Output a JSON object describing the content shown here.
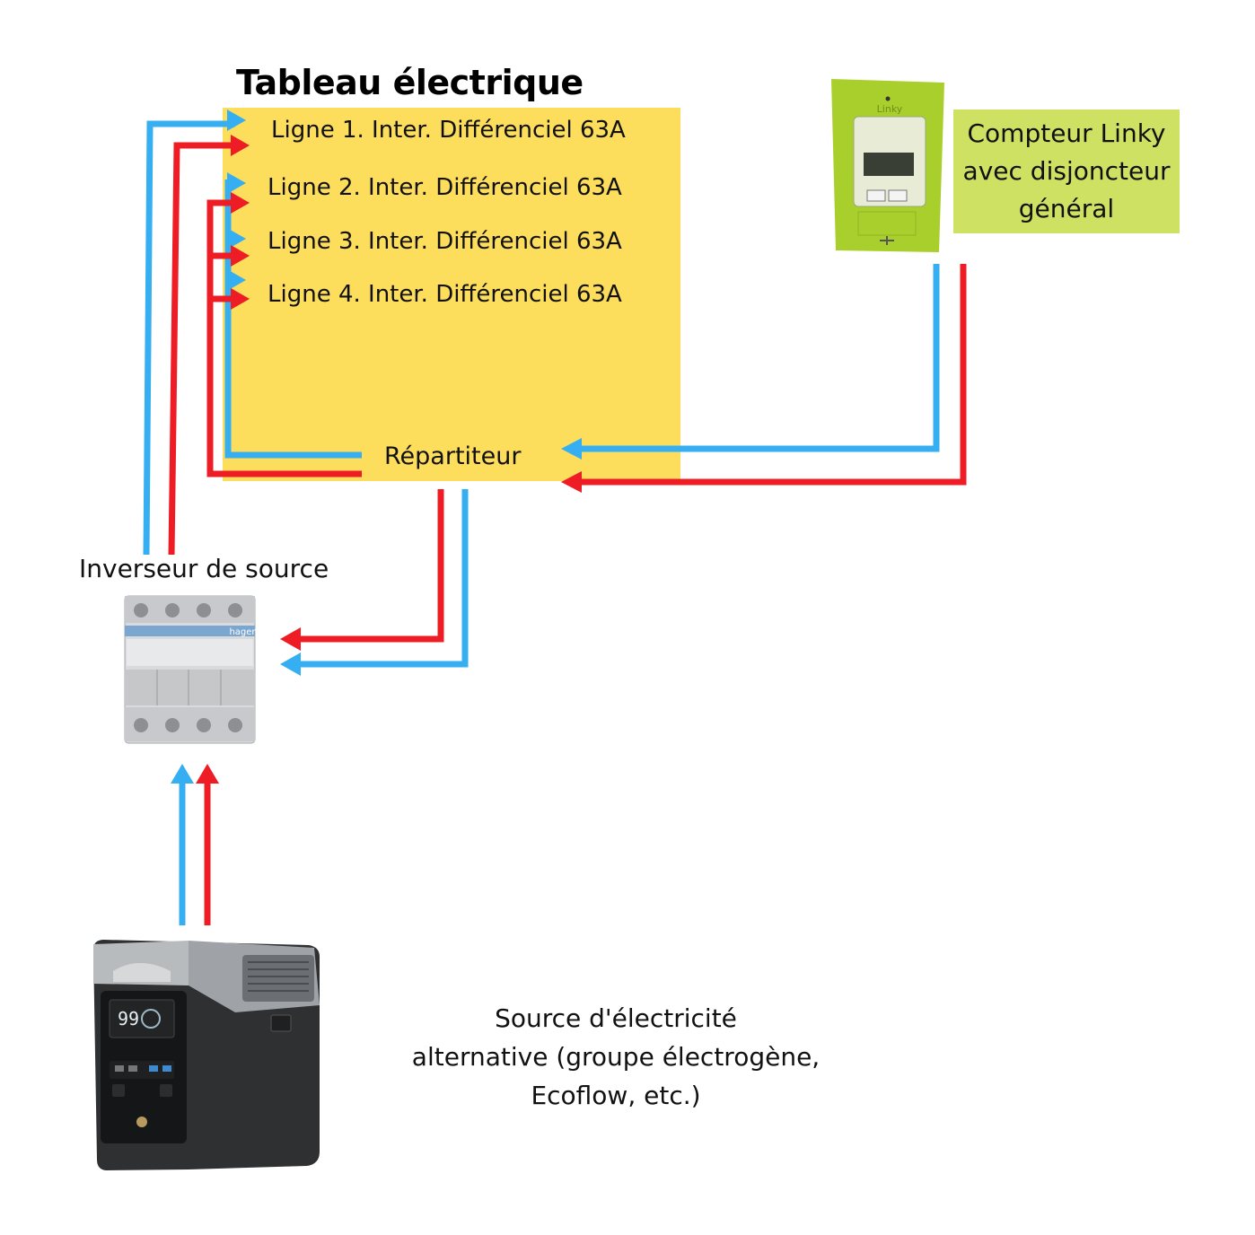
{
  "title": "Tableau électrique",
  "lines": [
    "Ligne 1. Inter. Différenciel 63A",
    "Ligne 2. Inter. Différenciel 63A",
    "Ligne 3. Inter. Différenciel 63A",
    "Ligne 4. Inter. Différenciel 63A"
  ],
  "repartiteur": "Répartiteur",
  "linky": {
    "line1": "Compteur Linky",
    "line2": "avec disjoncteur",
    "line3": "général",
    "brand": "Linky"
  },
  "inverseur": {
    "label": "Inverseur de source",
    "brand": "hager"
  },
  "source": {
    "line1": "Source d'électricité",
    "line2": "alternative (groupe électrogène,",
    "line3": "Ecoflow, etc.)",
    "display": "99"
  },
  "colors": {
    "panel": "#fddd5c",
    "linky_label_bg": "#cfe163",
    "linky_meter": "#a9cf2c",
    "neutral_wire": "#35aff2",
    "phase_wire": "#ee1c24"
  }
}
